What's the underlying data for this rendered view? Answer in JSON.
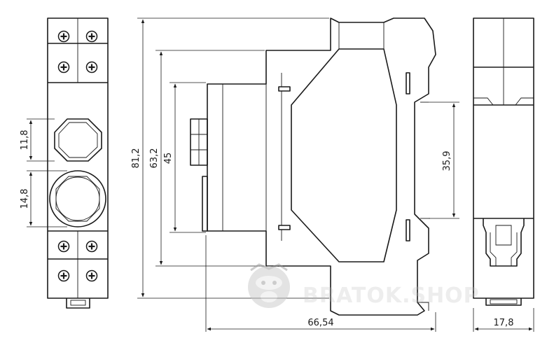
{
  "dimensions": {
    "front_upper_window": "11,8",
    "front_lower_window": "14,8",
    "side_total_height": "81,2",
    "side_mid_height": "63,2",
    "side_front_height": "45",
    "side_rail_height": "35,9",
    "side_depth": "66,54",
    "end_width": "17,8"
  },
  "watermark": {
    "text": "BRATOK.SHOP"
  }
}
